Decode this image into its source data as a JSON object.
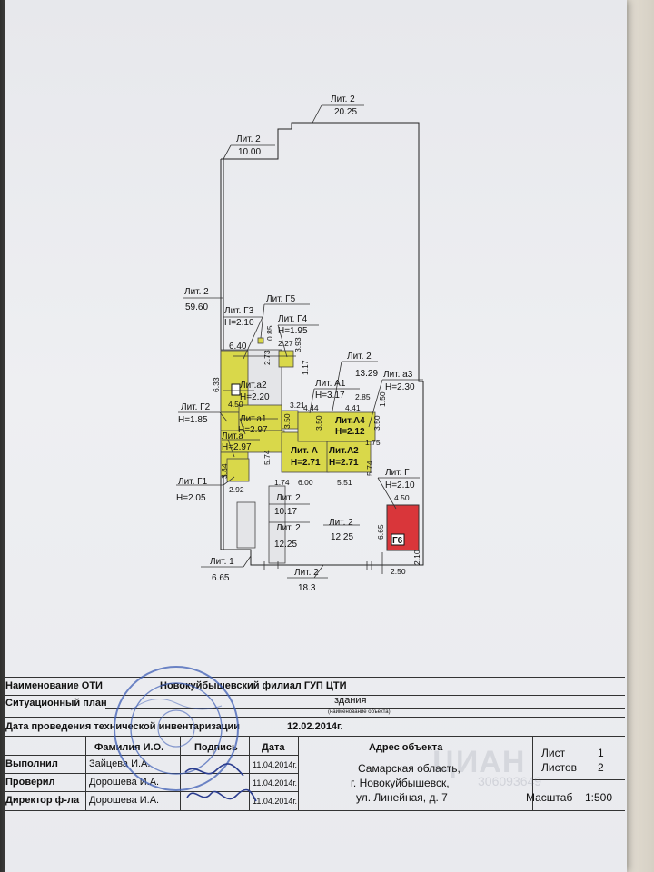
{
  "plan_labels": {
    "lit2_top": "Лит. 2",
    "d_2025": "20.25",
    "lit2_upper": "Лит. 2",
    "d_1000": "10.00",
    "lit2_left": "Лит. 2",
    "d_5960": "59.60",
    "lit_g3": "Лит. Г3",
    "h_g3": "Н=2.10",
    "lit_g5": "Лит. Г5",
    "lit_g4": "Лит. Г4",
    "h_g4": "Н=1.95",
    "d_640": "6.40",
    "d_273": "2.73",
    "d_085": "0.85",
    "d_227": "2.27",
    "d_393": "3.93",
    "d_117": "1.17",
    "lit2_mid": "Лит. 2",
    "d_1329": "13.29",
    "lit_a2": "Лит.а2",
    "h_a2": "Н=2.20",
    "lit_A1": "Лит. А1",
    "h_A1": "Н=3.17",
    "lit_a3": "Лит. а3",
    "h_a3": "Н=2.30",
    "d_633": "6.33",
    "d_450a": "4.50",
    "d_321": "3.21",
    "d_444": "4.44",
    "d_441": "4.41",
    "d_285": "2.85",
    "d_150": "1.50",
    "lit_g2": "Лит. Г2",
    "h_g2": "Н=1.85",
    "lit_a1": "Лит.а1",
    "h_a1": "Н=2.97",
    "d_350a": "3.50",
    "d_350b": "3.50",
    "d_350c": "3.50",
    "lit_A4": "Лит.А4",
    "h_A4": "Н=2.12",
    "lit_a": "Лит.а",
    "h_a": "Н=2.97",
    "d_175": "1.75",
    "lit_A": "Лит. А",
    "h_A": "Н=2.71",
    "lit_A2": "Лит.А2",
    "h_A2": "Н=2.71",
    "d_574a": "5.74",
    "d_574b": "5.74",
    "d_384": "3.84",
    "d_174": "1.74",
    "d_600": "6.00",
    "d_551": "5.51",
    "lit_g": "Лит. Г",
    "h_g": "Н=2.10",
    "d_450b": "4.50",
    "lit_g1": "Лит. Г1",
    "h_g1": "Н=2.05",
    "d_292": "2.92",
    "lit2_a": "Лит. 2",
    "d_1017": "10.17",
    "lit2_b": "Лит. 2",
    "d_1225a": "12.25",
    "lit2_c": "Лит. 2",
    "d_1225b": "12.25",
    "d_665v": "6.65",
    "g6_label": "Г6",
    "lit1": "Лит. 1",
    "d_665": "6.65",
    "lit2_bottom": "Лит. 2",
    "d_183": "18.3",
    "d_250": "2.50",
    "d_210": "2.10"
  },
  "title_block": {
    "oti_label": "Наименование ОТИ",
    "oti_value": "Новокуйбышевский филиал ГУП ЦТИ",
    "plan_label": "Ситуационный план",
    "plan_value": "здания",
    "plan_caption": "(наименование объекта)",
    "date_label": "Дата проведения технической инвентаризации",
    "date_value": "12.02.2014г.",
    "col_name": "Фамилия И.О.",
    "col_sign": "Подпись",
    "col_date": "Дата",
    "col_address": "Адрес объекта",
    "rows": [
      {
        "role": "Выполнил",
        "name": "Зайцева И.А.",
        "date": "11.04.2014г."
      },
      {
        "role": "Проверил",
        "name": "Дорошева И.А.",
        "date": "11.04.2014г."
      },
      {
        "role": "Директор ф-ла",
        "name": "Дорошева И.А.",
        "date": "11.04.2014г."
      }
    ],
    "address_line1": "Самарская область,",
    "address_line2": "г. Новокуйбышевск,",
    "address_line3": "ул. Линейная, д. 7",
    "sheet_label": "Лист",
    "sheet_value": "1",
    "sheets_label": "Листов",
    "sheets_value": "2",
    "scale_label": "Масштаб",
    "scale_value": "1:500"
  },
  "watermark": {
    "text": "ЦИАН",
    "id": "306093649"
  },
  "colors": {
    "yellow": "#d9d84a",
    "red": "#d9363a",
    "line": "#222222"
  }
}
